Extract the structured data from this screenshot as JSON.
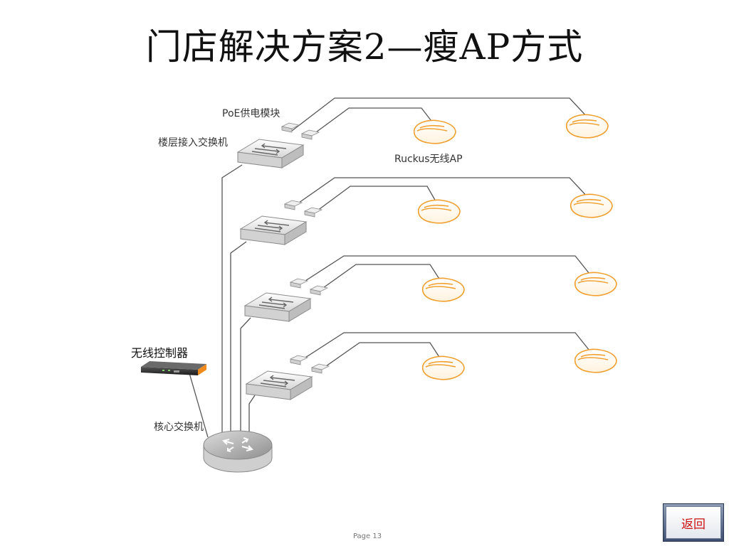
{
  "slide": {
    "title": "门店解决方案2—瘦AP方式",
    "page_number": "Page 13",
    "back_label": "返回"
  },
  "diagram": {
    "labels": {
      "poe_module": "PoE供电模块",
      "floor_switch": "楼层接入交换机",
      "ruckus_ap": "Ruckus无线AP",
      "wireless_controller": "无线控制器",
      "core_switch": "核心交换机"
    },
    "colors": {
      "line": "#555555",
      "device_gray": "#f0f0f0",
      "ap_orange": "#f0a030",
      "controller_orange": "#f08a1a"
    },
    "floors": [
      {
        "floor": 1,
        "ap_count": 2
      },
      {
        "floor": 2,
        "ap_count": 2
      },
      {
        "floor": 3,
        "ap_count": 2
      },
      {
        "floor": 4,
        "ap_count": 2
      }
    ]
  }
}
